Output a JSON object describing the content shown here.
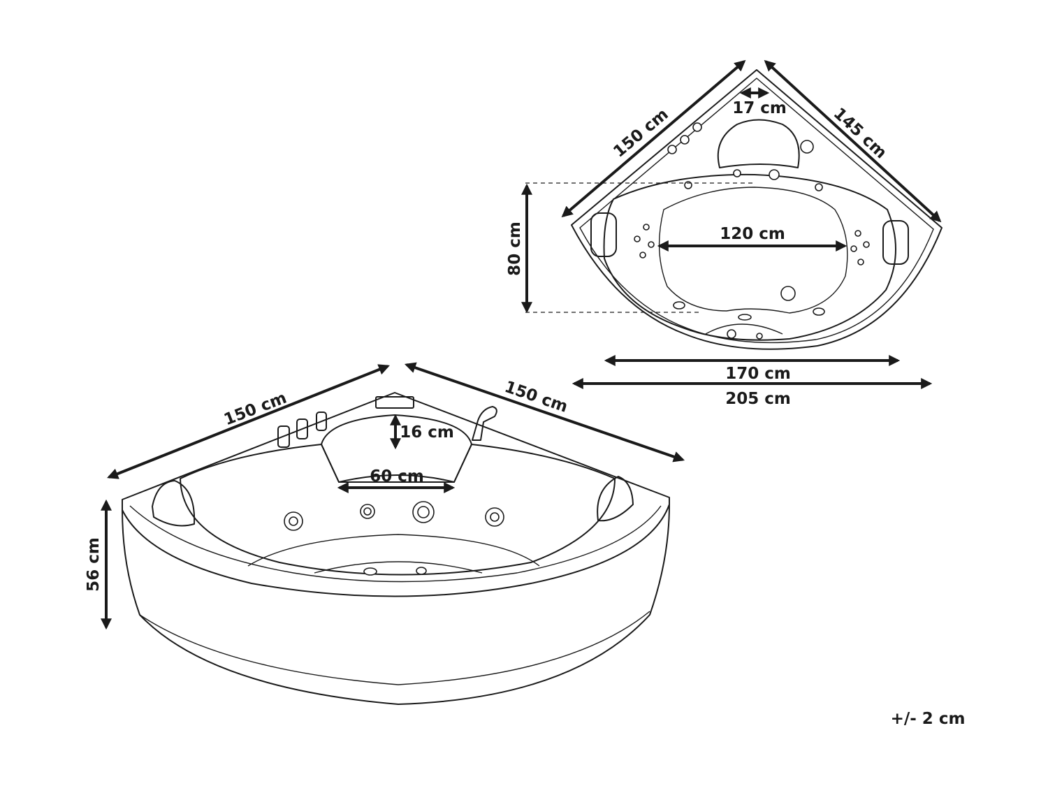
{
  "dimensions": {
    "top_view": {
      "left_edge": "150 cm",
      "right_edge": "145 cm",
      "headrest_width": "17 cm",
      "depth": "80 cm",
      "inner_width": "120 cm",
      "inner_span": "170 cm",
      "total_span": "205 cm"
    },
    "side_view": {
      "left_edge": "150 cm",
      "right_edge": "150 cm",
      "seat_depth": "16 cm",
      "seat_width": "60 cm",
      "height": "56 cm"
    }
  },
  "tolerance": "+/- 2 cm"
}
